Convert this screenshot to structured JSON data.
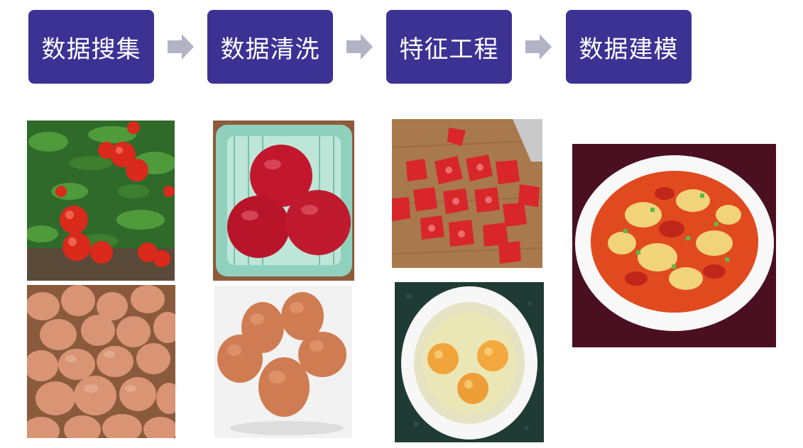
{
  "flow": {
    "steps": [
      {
        "label": "数据搜集"
      },
      {
        "label": "数据清洗"
      },
      {
        "label": "特征工程"
      },
      {
        "label": "数据建模"
      }
    ],
    "step_color": "#3c3294",
    "arrow_color": "#b3b3c6"
  },
  "photos": [
    {
      "subject": "tomatoes on vine"
    },
    {
      "subject": "tomatoes in basket"
    },
    {
      "subject": "chopped tomatoes"
    },
    {
      "subject": "pile of eggs"
    },
    {
      "subject": "five eggs"
    },
    {
      "subject": "cracked eggs in bowl"
    },
    {
      "subject": "tomato and egg stir-fry"
    }
  ]
}
